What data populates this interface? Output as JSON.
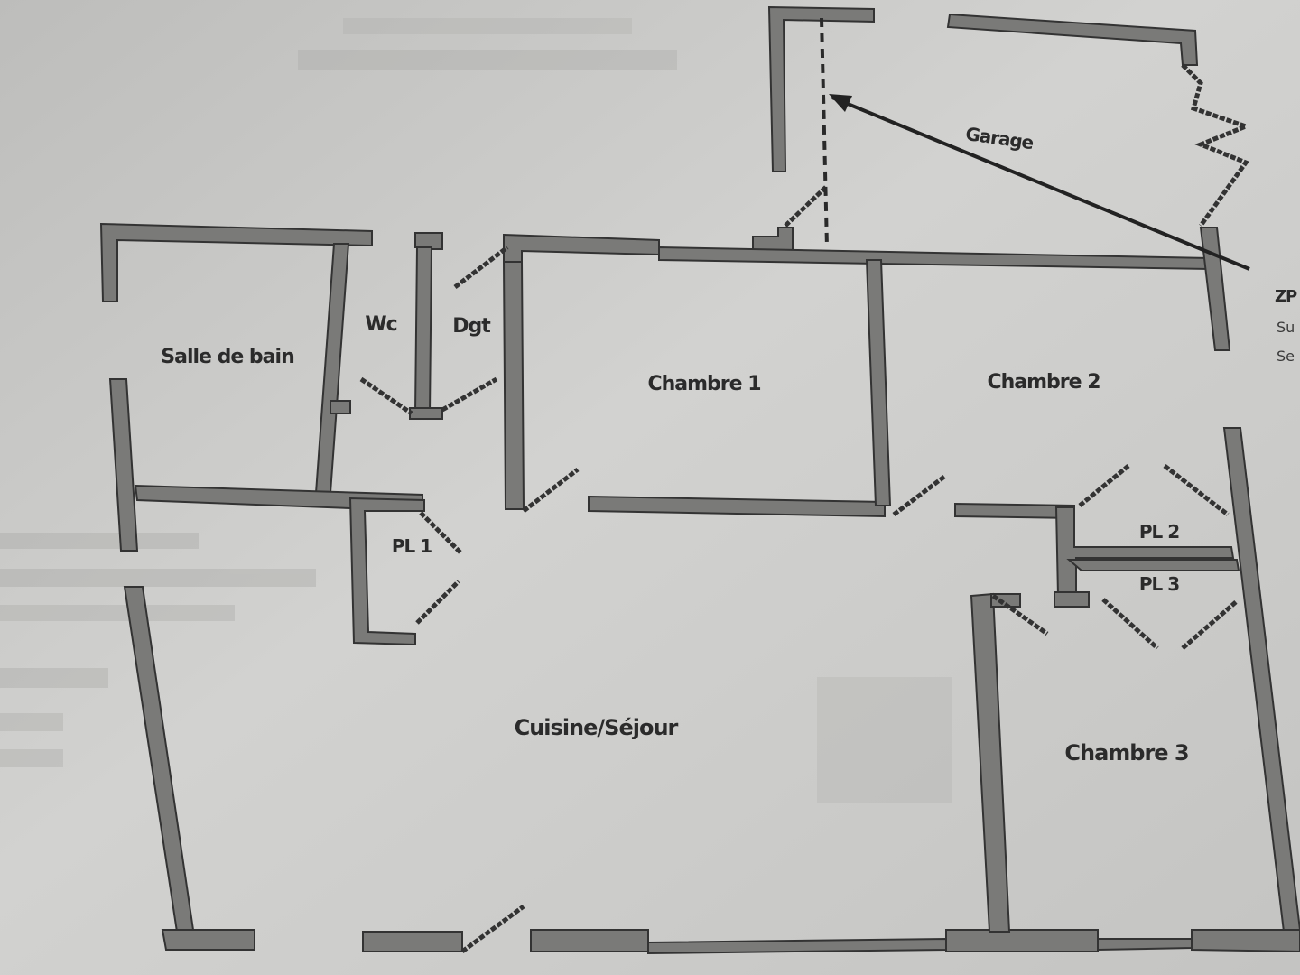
{
  "plan": {
    "rooms": {
      "garage": "Garage",
      "salle_de_bain": "Salle de bain",
      "wc": "Wc",
      "dgt": "Dgt",
      "chambre1": "Chambre 1",
      "chambre2": "Chambre 2",
      "pl1": "PL 1",
      "pl2": "PL 2",
      "pl3": "PL 3",
      "cuisine_sejour": "Cuisine/Séjour",
      "chambre3": "Chambre 3"
    },
    "margin_text": {
      "line1": "ZP",
      "line2": "Su",
      "line3": "Se"
    }
  },
  "colors": {
    "paper": "#c9c9c7",
    "wall_fill": "#7a7a78",
    "ink": "#2b2b2b"
  }
}
